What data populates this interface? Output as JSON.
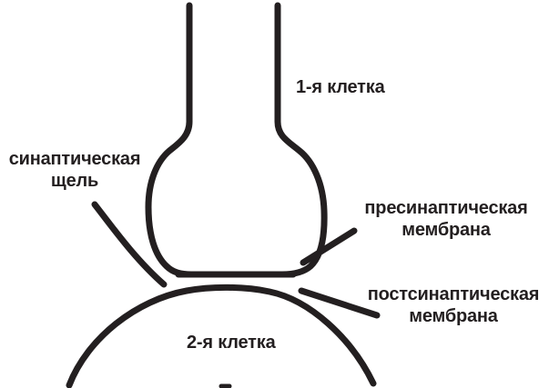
{
  "diagram": {
    "title": "Synapse structure diagram (Russian)",
    "language": "ru",
    "background_color": "#ffffff",
    "stroke_color": "#231f20",
    "stroke_width": 7,
    "text_color": "#231f20"
  },
  "labels": {
    "first_cell": "1-я клетка",
    "second_cell": "2-я клетка",
    "synaptic_cleft_line1": "синаптическая",
    "synaptic_cleft_line2": "щель",
    "presynaptic_line1": "пресинаптическая",
    "presynaptic_line2": "мембрана",
    "postsynaptic_line1": "постсинаптическая",
    "postsynaptic_line2": "мембрана"
  },
  "parts": {
    "axon_terminal": "axon-terminal-bulb",
    "axon_left_wall": "axon-left-wall",
    "axon_right_wall": "axon-right-wall",
    "presynaptic_membrane": "presynaptic-membrane-line",
    "postsynaptic_membrane": "postsynaptic-membrane-line",
    "second_cell_dome": "second-cell-dome",
    "cleft_leader": "synaptic-cleft-leader-line",
    "presynaptic_leader": "presynaptic-leader-line",
    "postsynaptic_leader": "postsynaptic-leader-line"
  }
}
